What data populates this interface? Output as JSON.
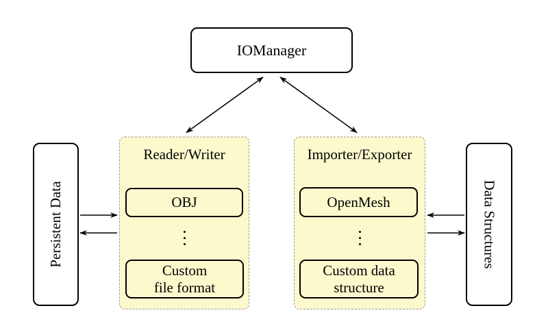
{
  "diagram": {
    "iomanager": {
      "label": "IOManager"
    },
    "persistent_data": {
      "label": "Persistent Data"
    },
    "data_structures": {
      "label": "Data Structures"
    },
    "reader_writer": {
      "title": "Reader/Writer",
      "items": [
        {
          "label": "OBJ"
        },
        {
          "label_line1": "Custom",
          "label_line2": "file format"
        }
      ],
      "ellipsis": "⋮"
    },
    "importer_exporter": {
      "title": "Importer/Exporter",
      "items": [
        {
          "label": "OpenMesh"
        },
        {
          "label_line1": "Custom data",
          "label_line2": "structure"
        }
      ],
      "ellipsis": "⋮"
    },
    "colors": {
      "background": "#FFFFFF",
      "container_fill": "#FCF9CD",
      "container_border": "#9B9B9B",
      "node_border": "#000000",
      "arrow": "#000000"
    }
  }
}
